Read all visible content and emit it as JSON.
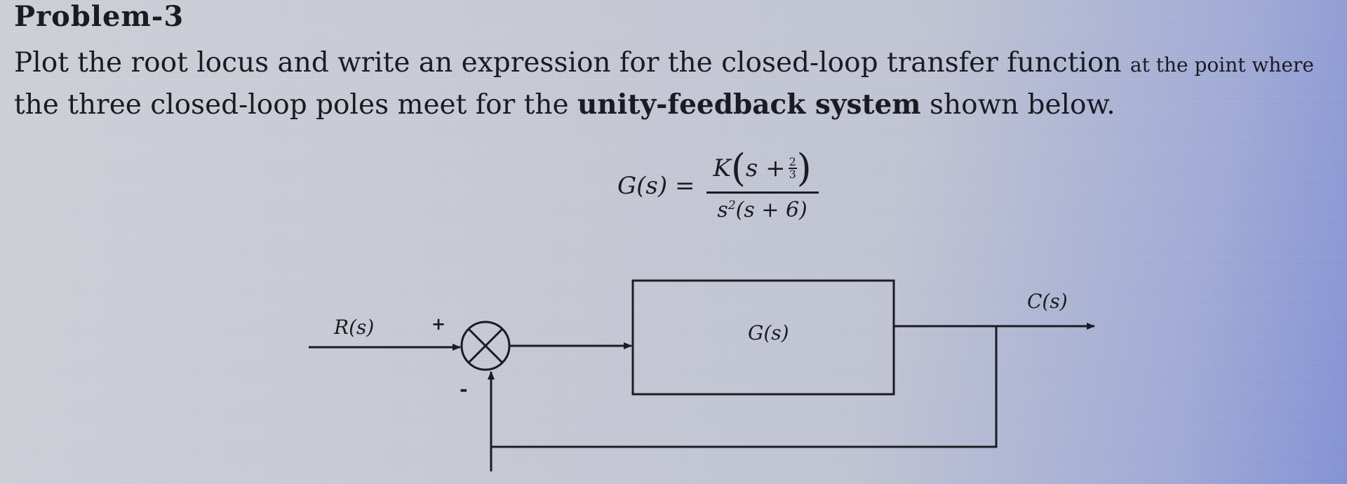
{
  "problem": {
    "title": "Problem-3",
    "line1_main": "Plot the root locus and write an expression for the closed-loop transfer function",
    "line1_small": "at the point where",
    "line2_pre": "the three closed-loop poles meet for the",
    "line2_bold": "unity-feedback system",
    "line2_post": "shown below."
  },
  "equation": {
    "lhs": "G(s) =",
    "gain": "K",
    "numerator_term": "s +",
    "zero_num": "2",
    "zero_den": "3",
    "denominator": "s",
    "denominator_power": "2",
    "denominator_rest": "(s + 6)"
  },
  "diagram": {
    "input_label": "R(s)",
    "output_label": "C(s)",
    "block_label": "G(s)",
    "plus_sign": "+",
    "minus_sign": "-"
  }
}
